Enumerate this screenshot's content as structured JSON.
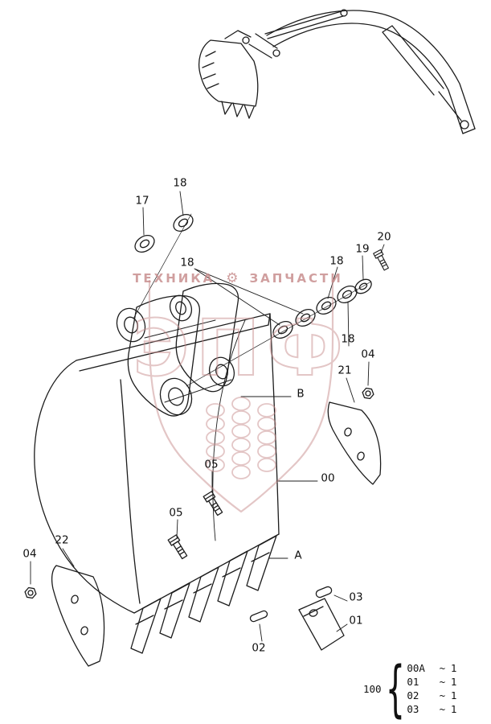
{
  "page": {
    "bg": "#ffffff",
    "ink": "#1c1c1c"
  },
  "watermark": {
    "band_left": "ТЕХНИКА",
    "band_right": "ЗАПЧАСТИ",
    "gear_glyph": "⚙",
    "logo": "ЭПФ",
    "color": "#c98f8f"
  },
  "callouts": {
    "n17": "17",
    "n18": "18",
    "n19": "19",
    "n20": "20",
    "n21": "21",
    "n22": "22",
    "n00": "00",
    "n01": "01",
    "n02": "02",
    "n03": "03",
    "n04": "04",
    "n05": "05",
    "markA": "A",
    "markB": "B"
  },
  "legend": {
    "group": "100",
    "brace": "{",
    "rows": [
      {
        "code": "00A",
        "sep": "~",
        "qty": "1"
      },
      {
        "code": "01",
        "sep": "~",
        "qty": "1"
      },
      {
        "code": "02",
        "sep": "~",
        "qty": "1"
      },
      {
        "code": "03",
        "sep": "~",
        "qty": "1"
      }
    ]
  }
}
